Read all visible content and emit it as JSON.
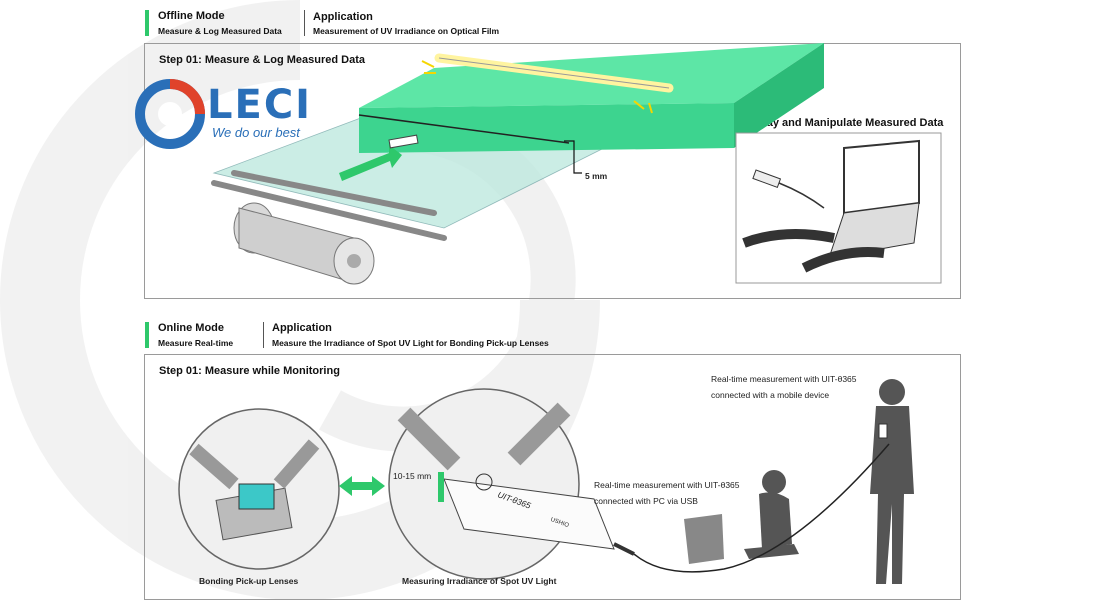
{
  "brand": {
    "name": "LECI",
    "tagline": "We do our best"
  },
  "offline": {
    "mode_title": "Offline Mode",
    "mode_sub": "Measure & Log Measured Data",
    "app_title": "Application",
    "app_sub": "Measurement of UV Irradiance on Optical Film",
    "step1": "Step 01: Measure & Log Measured Data",
    "step2": "Step 02: Display and Manipulate Measured Data",
    "dimension": "5 mm"
  },
  "online": {
    "mode_title": "Online Mode",
    "mode_sub": "Measure Real-time",
    "app_title": "Application",
    "app_sub": "Measure the Irradiance of Spot UV Light for Bonding Pick-up Lenses",
    "step1": "Step 01: Measure while Monitoring",
    "mobile_note_1": "Real-time measurement with UIT-θ365",
    "mobile_note_2": "connected with a mobile device",
    "pc_note_1": "Real-time measurement with UIT-θ365",
    "pc_note_2": "connected with PC via USB",
    "distance": "10-15 mm",
    "caption_left": "Bonding Pick-up Lenses",
    "caption_mid": "Measuring Irradiance of Spot UV Light",
    "device_label": "UIT-θ365",
    "device_brand": "USHIO"
  },
  "colors": {
    "accent": "#2ec86b",
    "logo_blue": "#2a6fb8",
    "logo_red": "#e0432b"
  }
}
